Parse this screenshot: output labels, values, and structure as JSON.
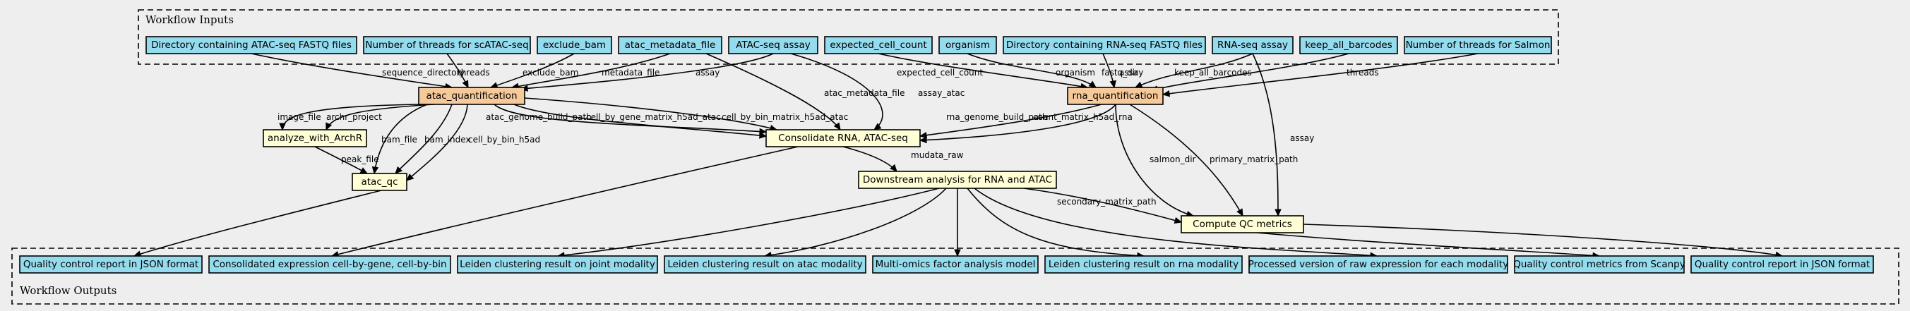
{
  "clusters": {
    "inputs_label": "Workflow Inputs",
    "outputs_label": "Workflow Outputs"
  },
  "colors": {
    "io": "#94dbed",
    "task": "#f6c99a",
    "output": "#fffed4",
    "background": "#eeeeee"
  },
  "nodes": [
    {
      "id": "in_atac_dir",
      "label": "Directory containing ATAC-seq FASTQ files",
      "kind": "io"
    },
    {
      "id": "in_threads_atac",
      "label": "Number of threads for scATAC-seq",
      "kind": "io"
    },
    {
      "id": "in_exclude_bam",
      "label": "exclude_bam",
      "kind": "io"
    },
    {
      "id": "in_atac_meta",
      "label": "atac_metadata_file",
      "kind": "io"
    },
    {
      "id": "in_atac_assay",
      "label": "ATAC-seq assay",
      "kind": "io"
    },
    {
      "id": "in_cell_count",
      "label": "expected_cell_count",
      "kind": "io"
    },
    {
      "id": "in_organism",
      "label": "organism",
      "kind": "io"
    },
    {
      "id": "in_rna_dir",
      "label": "Directory containing RNA-seq FASTQ files",
      "kind": "io"
    },
    {
      "id": "in_rna_assay",
      "label": "RNA-seq assay",
      "kind": "io"
    },
    {
      "id": "in_keep_barcodes",
      "label": "keep_all_barcodes",
      "kind": "io"
    },
    {
      "id": "in_threads_salmon",
      "label": "Number of threads for Salmon",
      "kind": "io"
    },
    {
      "id": "atac_quant",
      "label": "atac_quantification",
      "kind": "task"
    },
    {
      "id": "rna_quant",
      "label": "rna_quantification",
      "kind": "task"
    },
    {
      "id": "archr",
      "label": "analyze_with_ArchR",
      "kind": "output"
    },
    {
      "id": "consolidate",
      "label": "Consolidate RNA, ATAC-seq",
      "kind": "output"
    },
    {
      "id": "atac_qc",
      "label": "atac_qc",
      "kind": "output"
    },
    {
      "id": "downstream",
      "label": "Downstream analysis for RNA and ATAC",
      "kind": "output"
    },
    {
      "id": "qc_metrics",
      "label": "Compute QC metrics",
      "kind": "output"
    },
    {
      "id": "out_qc_json1",
      "label": "Quality control report in JSON format",
      "kind": "io"
    },
    {
      "id": "out_consolidated",
      "label": "Consolidated expression cell-by-gene, cell-by-bin",
      "kind": "io"
    },
    {
      "id": "out_leiden_joint",
      "label": "Leiden clustering result on joint modality",
      "kind": "io"
    },
    {
      "id": "out_leiden_atac",
      "label": "Leiden clustering result on atac modality",
      "kind": "io"
    },
    {
      "id": "out_mofa",
      "label": "Multi-omics factor analysis model",
      "kind": "io"
    },
    {
      "id": "out_leiden_rna",
      "label": "Leiden clustering result on rna modality",
      "kind": "io"
    },
    {
      "id": "out_processed",
      "label": "Processed version of raw expression for each modality",
      "kind": "io"
    },
    {
      "id": "out_scanpy",
      "label": "Quality control metrics from Scanpy",
      "kind": "io"
    },
    {
      "id": "out_qc_json2",
      "label": "Quality control report in JSON format",
      "kind": "io"
    }
  ],
  "edges": [
    {
      "from": "in_atac_dir",
      "to": "atac_quant",
      "label": "sequence_directory"
    },
    {
      "from": "in_threads_atac",
      "to": "atac_quant",
      "label": "threads"
    },
    {
      "from": "in_exclude_bam",
      "to": "atac_quant",
      "label": "exclude_bam"
    },
    {
      "from": "in_atac_meta",
      "to": "atac_quant",
      "label": "metadata_file"
    },
    {
      "from": "in_atac_assay",
      "to": "atac_quant",
      "label": "assay"
    },
    {
      "from": "in_atac_meta",
      "to": "consolidate",
      "label": "atac_metadata_file"
    },
    {
      "from": "in_atac_assay",
      "to": "consolidate",
      "label": "assay_atac"
    },
    {
      "from": "in_cell_count",
      "to": "rna_quant",
      "label": "expected_cell_count"
    },
    {
      "from": "in_organism",
      "to": "rna_quant",
      "label": "organism"
    },
    {
      "from": "in_rna_dir",
      "to": "rna_quant",
      "label": "fastq_dir"
    },
    {
      "from": "in_rna_assay",
      "to": "rna_quant",
      "label": "assay"
    },
    {
      "from": "in_keep_barcodes",
      "to": "rna_quant",
      "label": "keep_all_barcodes"
    },
    {
      "from": "in_threads_salmon",
      "to": "rna_quant",
      "label": "threads"
    },
    {
      "from": "in_rna_assay",
      "to": "qc_metrics",
      "label": "assay"
    },
    {
      "from": "atac_quant",
      "to": "archr",
      "label": "image_file"
    },
    {
      "from": "atac_quant",
      "to": "archr",
      "label": "archr_project"
    },
    {
      "from": "atac_quant",
      "to": "atac_qc",
      "label": "bam_file"
    },
    {
      "from": "atac_quant",
      "to": "atac_qc",
      "label": "bam_index"
    },
    {
      "from": "atac_quant",
      "to": "atac_qc",
      "label": "cell_by_bin_h5ad"
    },
    {
      "from": "archr",
      "to": "atac_qc",
      "label": "peak_file"
    },
    {
      "from": "atac_quant",
      "to": "consolidate",
      "label": "atac_genome_build_path"
    },
    {
      "from": "atac_quant",
      "to": "consolidate",
      "label": "cell_by_gene_matrix_h5ad_atac"
    },
    {
      "from": "atac_quant",
      "to": "consolidate",
      "label": "cell_by_bin_matrix_h5ad_atac"
    },
    {
      "from": "rna_quant",
      "to": "consolidate",
      "label": "rna_genome_build_path"
    },
    {
      "from": "rna_quant",
      "to": "consolidate",
      "label": "count_matrix_h5ad_rna"
    },
    {
      "from": "rna_quant",
      "to": "qc_metrics",
      "label": "salmon_dir"
    },
    {
      "from": "rna_quant",
      "to": "qc_metrics",
      "label": "primary_matrix_path"
    },
    {
      "from": "consolidate",
      "to": "downstream",
      "label": "mudata_raw"
    },
    {
      "from": "downstream",
      "to": "qc_metrics",
      "label": "secondary_matrix_path"
    },
    {
      "from": "atac_qc",
      "to": "out_qc_json1",
      "label": ""
    },
    {
      "from": "consolidate",
      "to": "out_consolidated",
      "label": ""
    },
    {
      "from": "downstream",
      "to": "out_leiden_joint",
      "label": ""
    },
    {
      "from": "downstream",
      "to": "out_leiden_atac",
      "label": ""
    },
    {
      "from": "downstream",
      "to": "out_mofa",
      "label": ""
    },
    {
      "from": "downstream",
      "to": "out_leiden_rna",
      "label": ""
    },
    {
      "from": "downstream",
      "to": "out_processed",
      "label": ""
    },
    {
      "from": "qc_metrics",
      "to": "out_scanpy",
      "label": ""
    },
    {
      "from": "qc_metrics",
      "to": "out_qc_json2",
      "label": ""
    }
  ]
}
